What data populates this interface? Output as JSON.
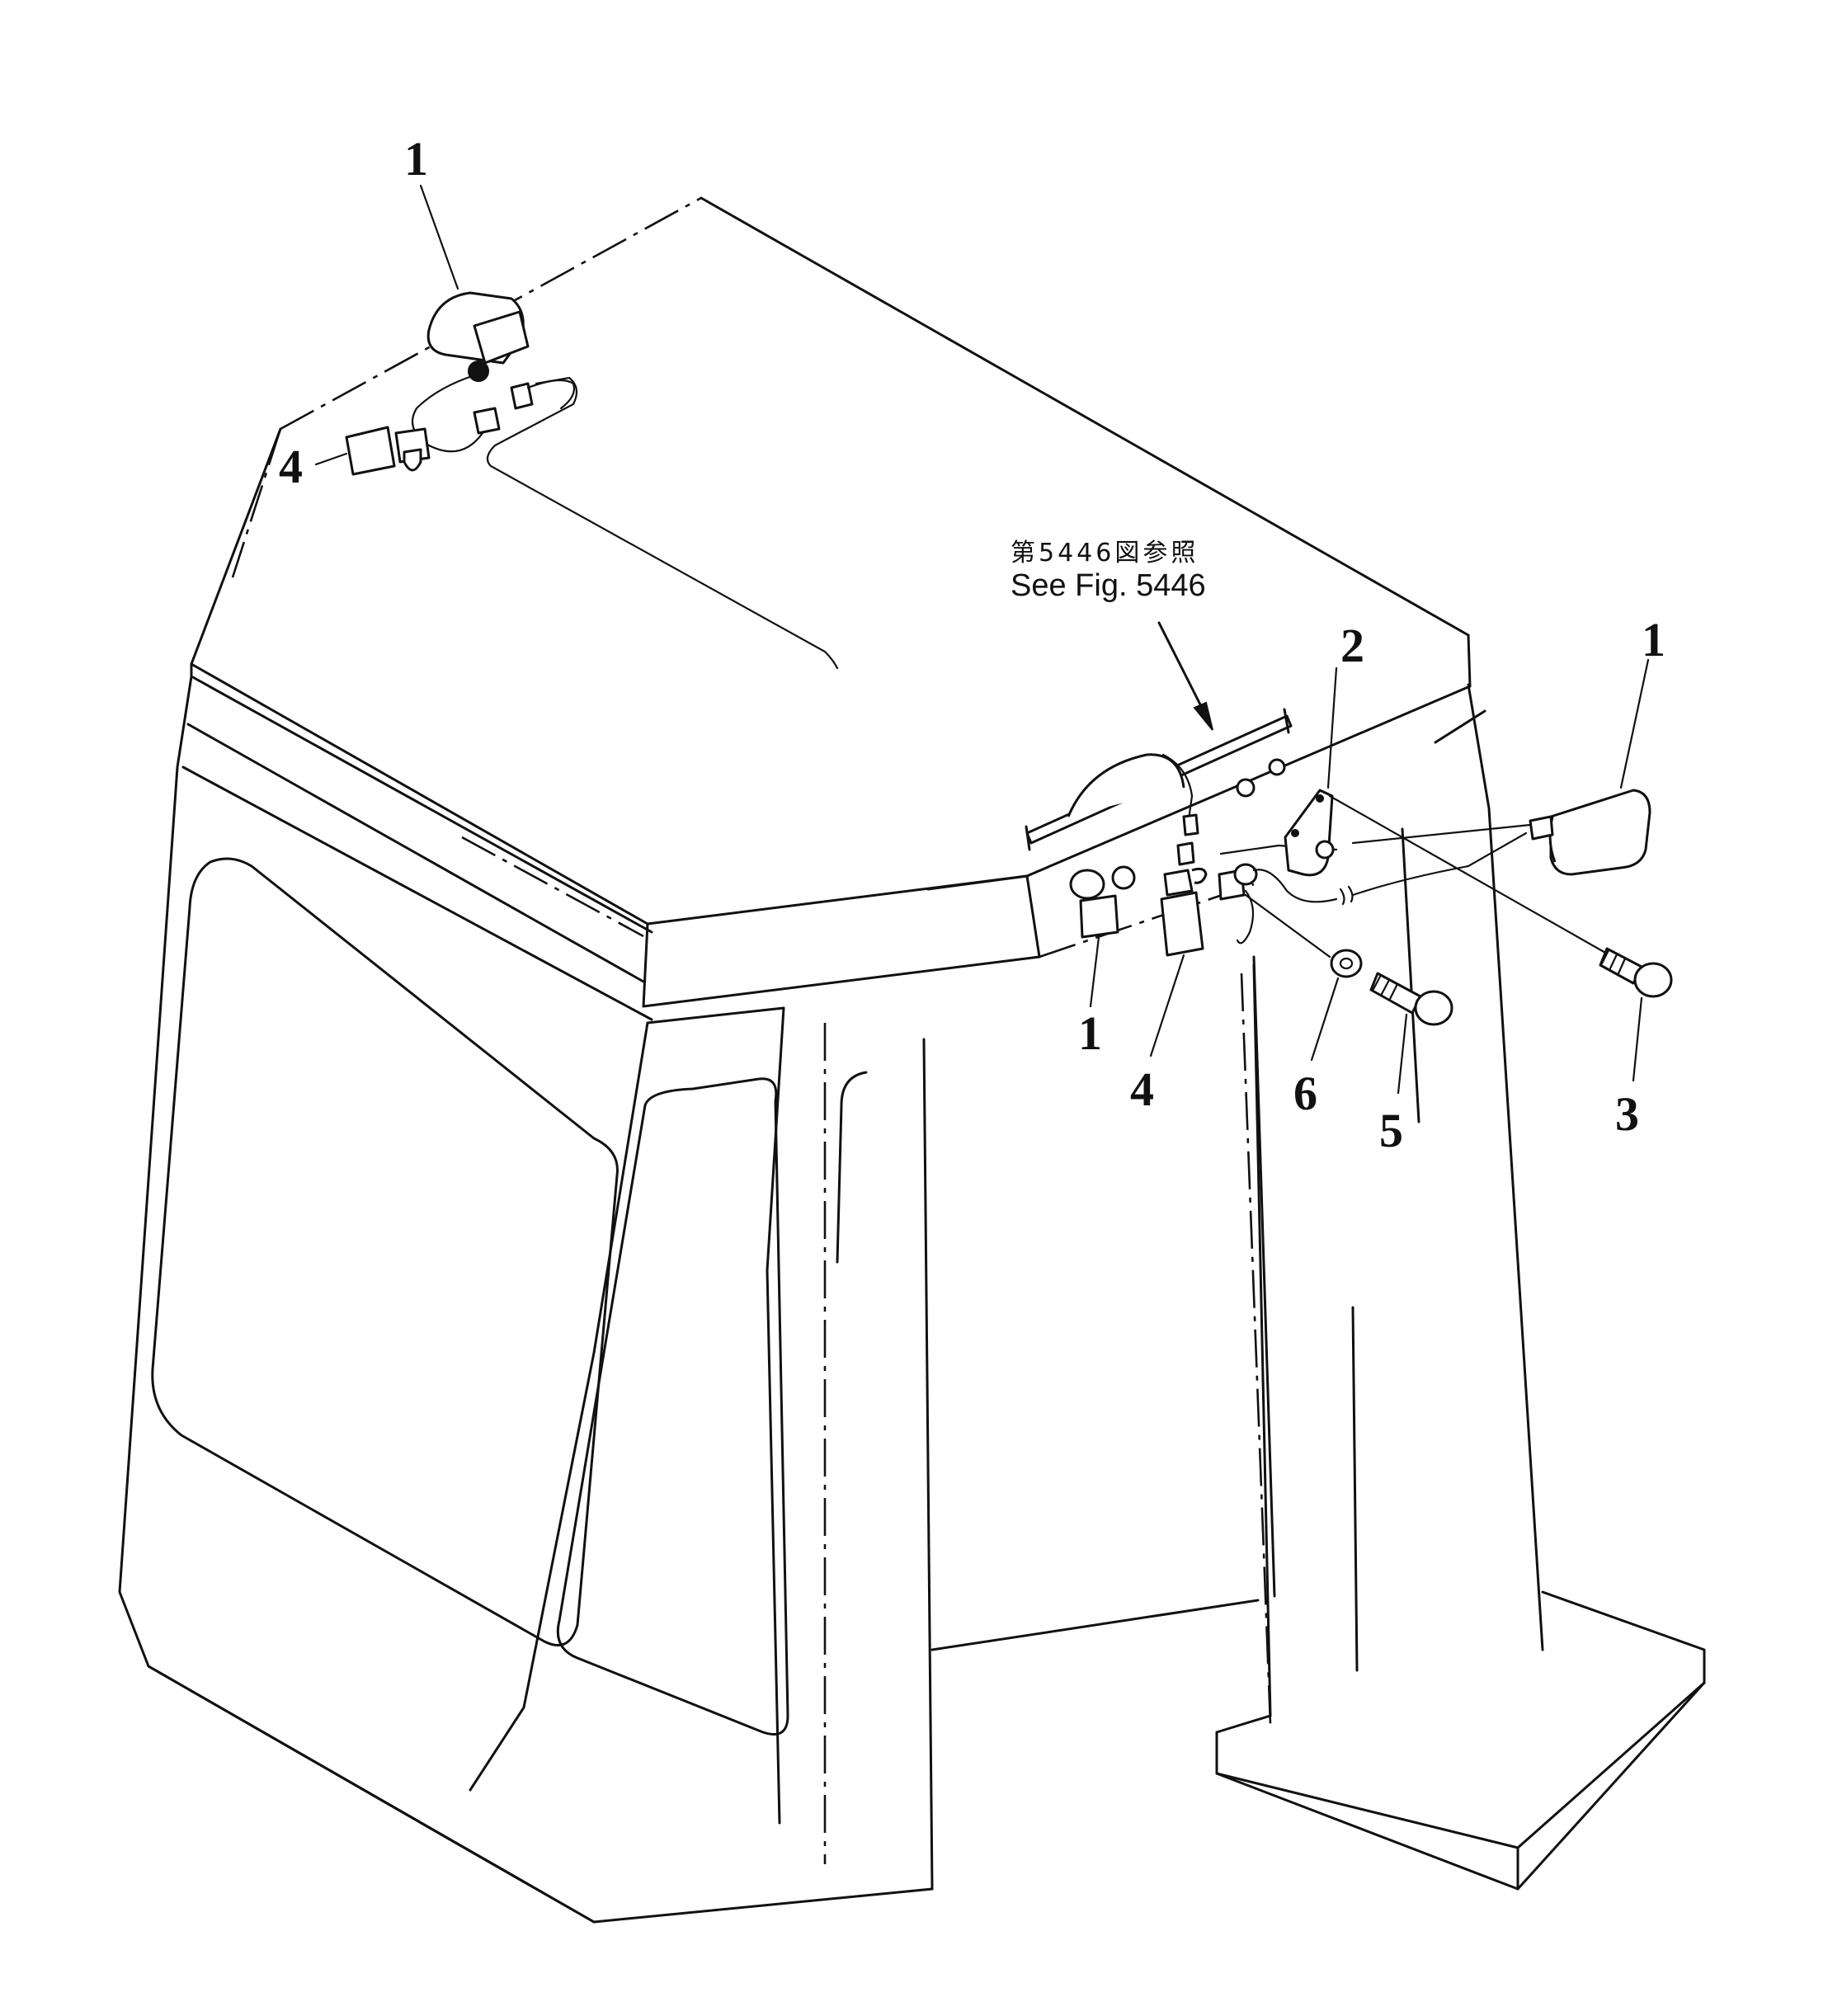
{
  "reference_note": {
    "japanese": "第5446図参照",
    "english": "See Fig. 5446"
  },
  "callouts": [
    {
      "id": "callout-1-top",
      "number": "1"
    },
    {
      "id": "callout-4-top",
      "number": "4"
    },
    {
      "id": "callout-2",
      "number": "2"
    },
    {
      "id": "callout-1-right",
      "number": "1"
    },
    {
      "id": "callout-1-center",
      "number": "1"
    },
    {
      "id": "callout-4-center",
      "number": "4"
    },
    {
      "id": "callout-6",
      "number": "6"
    },
    {
      "id": "callout-5",
      "number": "5"
    },
    {
      "id": "callout-3",
      "number": "3"
    }
  ]
}
